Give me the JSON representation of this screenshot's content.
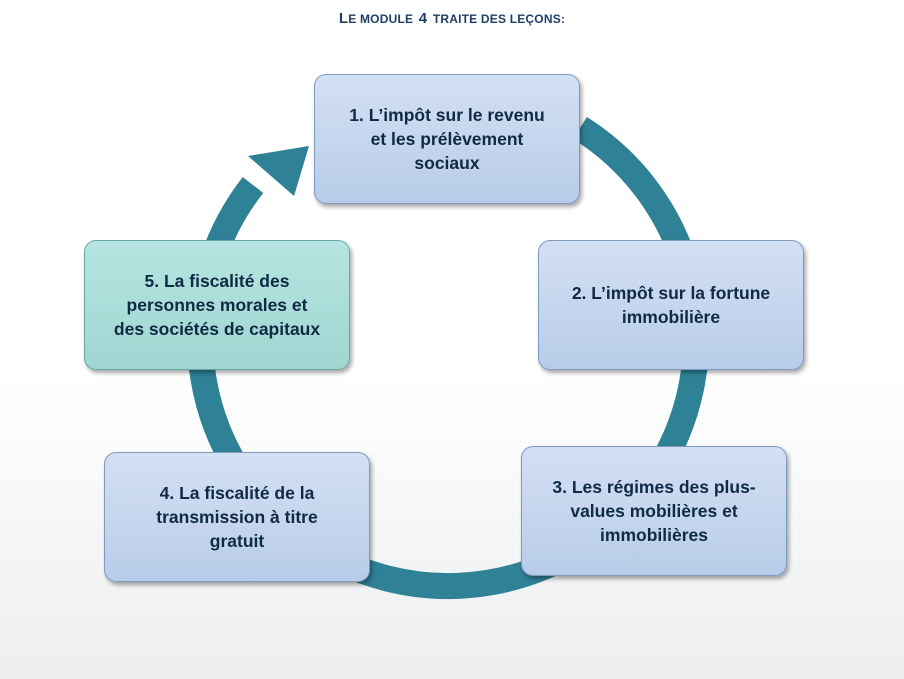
{
  "header": {
    "title_first": "L",
    "title_part1": "E MODULE",
    "title_number": "4",
    "title_part2": "TRAITE DES LEÇONS:"
  },
  "cycle": {
    "arrow_color": "#2f8196",
    "nodes": [
      {
        "label": "1. L’impôt sur le revenu\net les prélèvement\nsociaux",
        "color": "#c5d6ef"
      },
      {
        "label": "2. L’impôt sur la fortune\nimmobilière",
        "color": "#c5d6ef"
      },
      {
        "label": "3. Les régimes des plus-\nvalues mobilières et\nimmobilières",
        "color": "#c5d6ef"
      },
      {
        "label": "4. La fiscalité de la\ntransmission à titre\ngratuit",
        "color": "#c5d6ef"
      },
      {
        "label": "5. La fiscalité des\npersonnes morales et\ndes sociétés de capitaux",
        "color": "#aadcd8"
      }
    ]
  }
}
